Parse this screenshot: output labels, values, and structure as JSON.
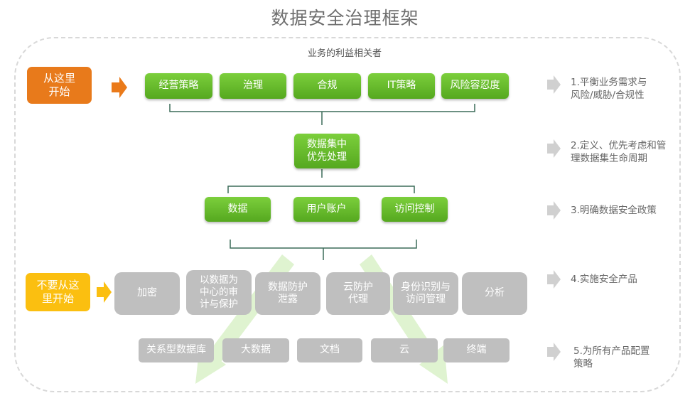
{
  "title": "数据安全治理框架",
  "subtitle": "业务的利益相关者",
  "start_here": "从这里\n开始",
  "dont_start_here": "不要从这\n里开始",
  "row1": [
    "经营策略",
    "治理",
    "合规",
    "IT策略",
    "风险容忍度"
  ],
  "priority": "数据集中\n优先处理",
  "row3": [
    "数据",
    "用户账户",
    "访问控制"
  ],
  "row4": [
    "加密",
    "以数据为\n中心的审\n计与保护",
    "数据防护\n泄露",
    "云防护\n代理",
    "身份识别与\n访问管理",
    "分析"
  ],
  "row5": [
    "关系型数据库",
    "大数据",
    "文档",
    "云",
    "终端"
  ],
  "notes": [
    "1.平衡业务需求与\n风险/威胁/合规性",
    "2.定义、优先考虑和管\n理数据集生命周期",
    "3.明确数据安全政策",
    "4.实施安全产品",
    "5.为所有产品配置\n策略"
  ],
  "colors": {
    "green": "#5cb227",
    "orange": "#e87a1b",
    "yellow": "#fbbf10",
    "gray": "#bfbfbf",
    "bracket": "#3b6b59",
    "arrow_light": "#dff3d0"
  }
}
